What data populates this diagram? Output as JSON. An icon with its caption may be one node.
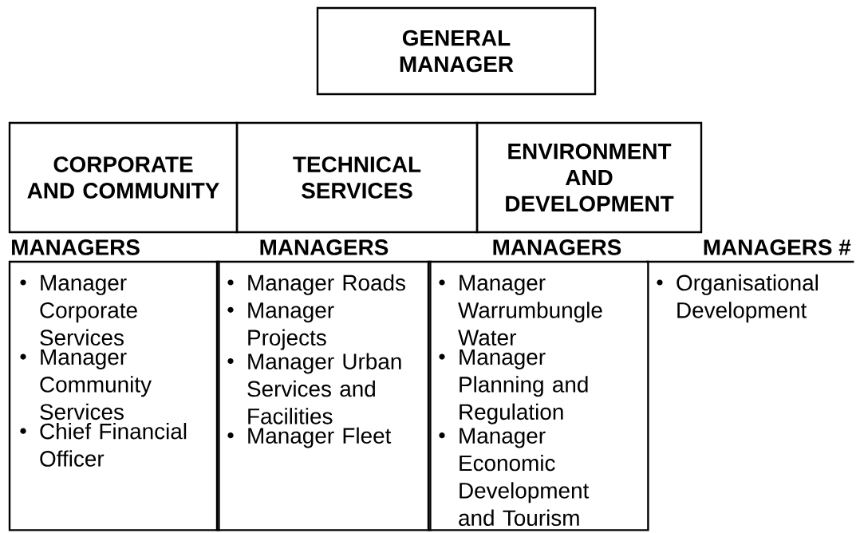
{
  "diagram": {
    "nodes": [
      {
        "text": [
          "GENERAL MANAGER"
        ]
      },
      {
        "text": [
          "CORPORATE AND COMMUNITY"
        ]
      },
      {
        "text": [
          "TECHNICAL SERVICES"
        ]
      },
      {
        "text": [
          "ENVIRONMENT AND DEVELOPMENT"
        ]
      },
      {
        "text": [
          "MANAGERS",
          "Manager Corporate Services",
          "Manager Community Services",
          "Chief Financial Officer"
        ]
      },
      {
        "text": [
          "MANAGERS",
          "Manager Roads",
          "Manager Projects",
          "Manager Urban Services and Facilities",
          "Manager Fleet"
        ]
      },
      {
        "text": [
          "MANAGERS",
          "Manager Warrumbungle Water",
          "Manager Planning and Regulation",
          "Manager Economic Development and Tourism"
        ]
      },
      {
        "text": [
          "MANAGERS #",
          "Organisational Development"
        ]
      }
    ]
  }
}
